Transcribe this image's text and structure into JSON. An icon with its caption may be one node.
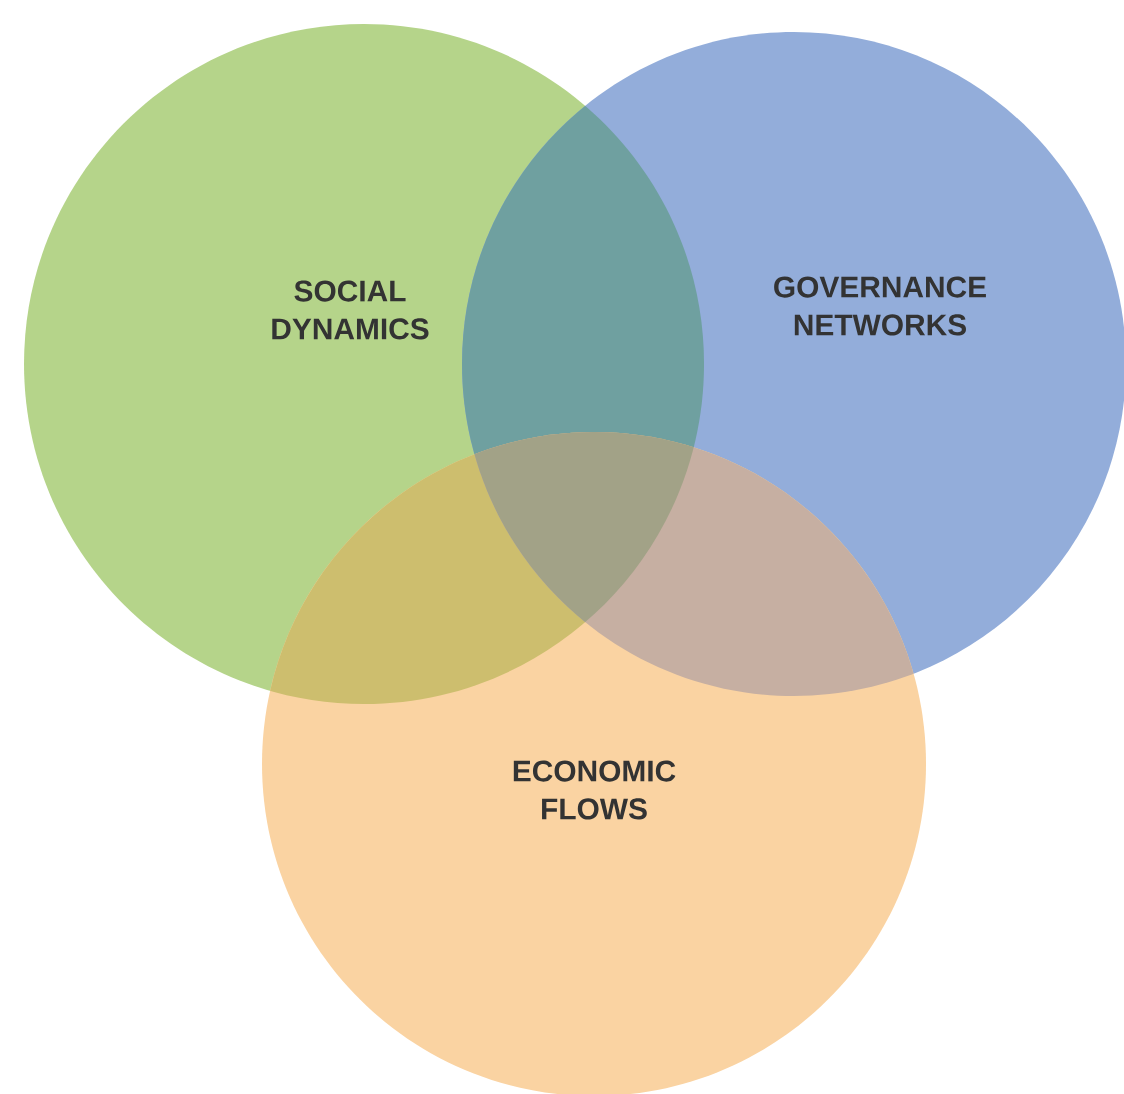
{
  "diagram": {
    "nodes": [
      {
        "text": [
          "SOCIAL DYNAMICS"
        ]
      },
      {
        "text": [
          "GOVERNANCE NETWORKS"
        ]
      },
      {
        "text": [
          "ECONOMIC FLOWS"
        ]
      }
    ]
  }
}
